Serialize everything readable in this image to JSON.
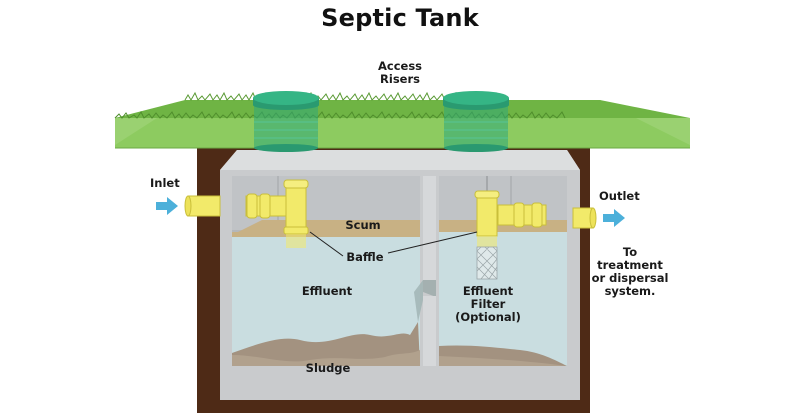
{
  "title": "Septic Tank",
  "labels": {
    "access_risers": "Access Risers",
    "access_risers_line1": "Access",
    "access_risers_line2": "Risers",
    "inlet": "Inlet",
    "outlet": "Outlet",
    "scum": "Scum",
    "baffle": "Baffle",
    "effluent": "Effluent",
    "effluent_filter_line1": "Effluent",
    "effluent_filter_line2": "Filter",
    "effluent_filter_line3": "(Optional)",
    "sludge": "Sludge",
    "destination_line1": "To treatment",
    "destination_line2": "or dispersal",
    "destination_line3": "system."
  },
  "colors": {
    "grass": "#7cc04f",
    "soil": "#4e2a16",
    "tank_concrete": "#c4c6c8",
    "effluent_water": "#c9dde0",
    "scum_layer": "#c8b184",
    "sludge": "#a39280",
    "pipe_yellow": "#f2ea6a",
    "riser_green": "#2fa97a",
    "arrow_blue": "#4cb0da"
  }
}
